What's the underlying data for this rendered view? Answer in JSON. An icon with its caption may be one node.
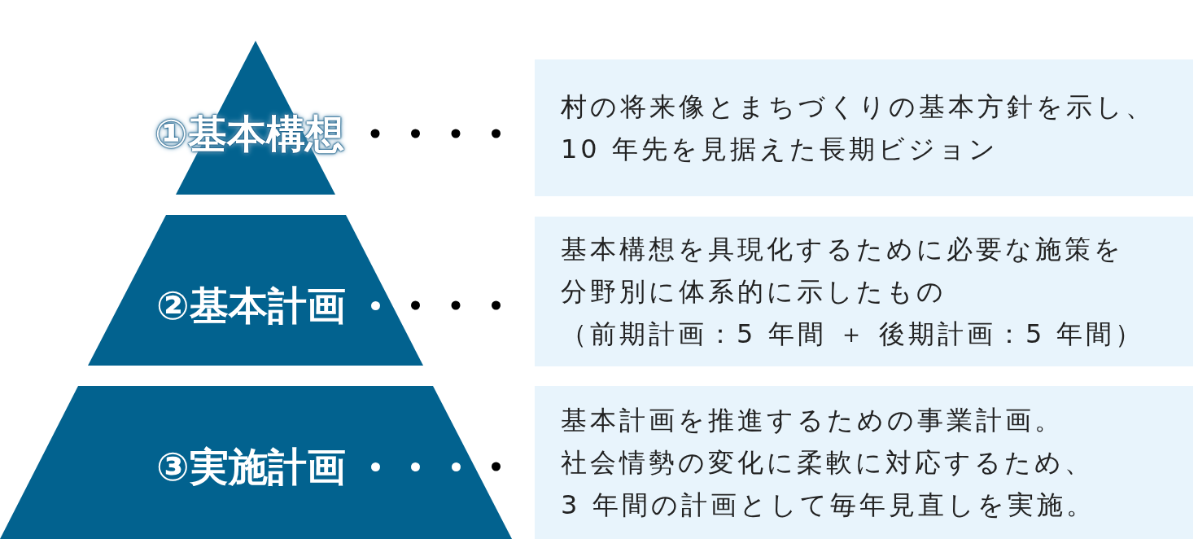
{
  "diagram": {
    "nodes": [
      {
        "text": [
          "①基本構想"
        ]
      },
      {
        "text": [
          "②基本計画"
        ]
      },
      {
        "text": [
          "③実施計画"
        ]
      },
      {
        "text": [
          "村の将来像とまちづくりの基本方針を示し、10 年先を見据えた長期ビジョン"
        ]
      },
      {
        "text": [
          "基本構想を具現化するために必要な施策を分野別に体系的に示したもの（前期計画：5 年間 ＋ 後期計画：5 年間）"
        ]
      },
      {
        "text": [
          "基本計画を推進するための事業計画。社会情勢の変化に柔軟に対応するため、3 年間の計画として毎年見直しを実施。"
        ]
      }
    ],
    "edges": [
      {
        "from": 0,
        "to": 3,
        "arrow": "none",
        "style": "dashed"
      },
      {
        "from": 1,
        "to": 4,
        "arrow": "none",
        "style": "dashed"
      },
      {
        "from": 2,
        "to": 5,
        "arrow": "none",
        "style": "dashed"
      }
    ]
  }
}
